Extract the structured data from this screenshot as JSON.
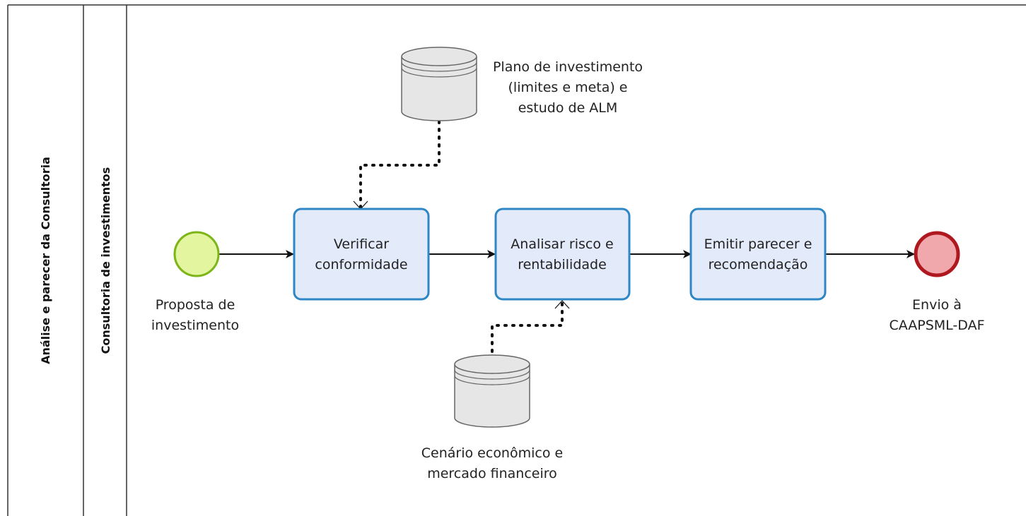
{
  "pool": {
    "label": "Análise e parecer da Consultoria"
  },
  "lane": {
    "label": "Consultoria de investimentos"
  },
  "start_event": {
    "label_lines": [
      "Proposta de",
      "investimento"
    ]
  },
  "end_event": {
    "label_lines": [
      "Envio à",
      "CAAPSML-DAF"
    ]
  },
  "tasks": [
    {
      "lines": [
        "Verificar",
        "conformidade"
      ]
    },
    {
      "lines": [
        "Analisar risco e",
        "rentabilidade"
      ]
    },
    {
      "lines": [
        "Emitir parecer e",
        "recomendação"
      ]
    }
  ],
  "data_stores": [
    {
      "label_lines": [
        "Plano de investimento",
        "(limites e meta) e",
        "estudo de ALM"
      ]
    },
    {
      "label_lines": [
        "Cenário econômico e",
        "mercado financeiro"
      ]
    }
  ],
  "colors": {
    "task_fill": "#e3ebfb",
    "task_stroke": "#2e87c4",
    "start_fill": "#e4f5a0",
    "start_stroke": "#7cb518",
    "end_fill": "#f0a8ac",
    "end_stroke": "#b01820",
    "store_fill": "#e6e6e6",
    "store_stroke": "#666666"
  }
}
